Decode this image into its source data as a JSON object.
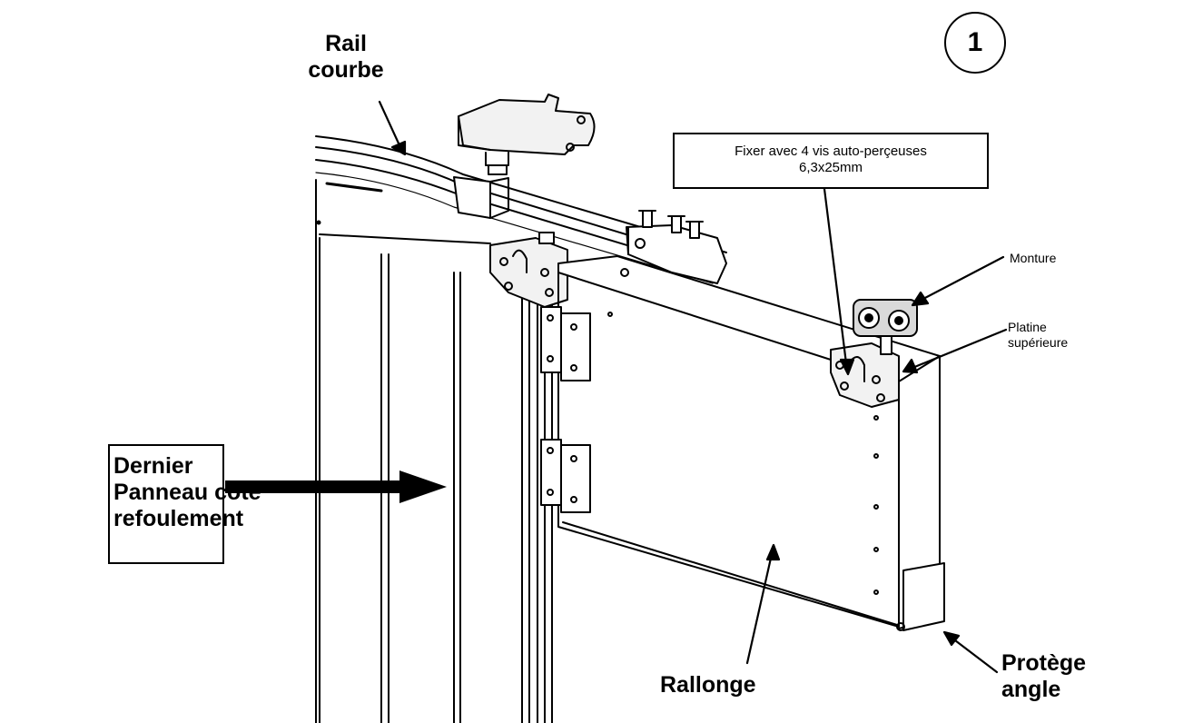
{
  "labels": {
    "rail": {
      "line1": "Rail",
      "line2": "courbe"
    },
    "step_number": "1",
    "fixing_note": {
      "line1": "Fixer avec 4 vis auto-perçeuses",
      "line2": "6,3x25mm"
    },
    "last_panel": {
      "line1": "Dernier",
      "line2": "Panneau côté",
      "line3": "refoulement"
    },
    "mount": "Monture",
    "top_plate": {
      "line1": "Platine",
      "line2": "supérieure"
    },
    "extension": "Rallonge",
    "corner_guard": {
      "line1": "Protège",
      "line2": "angle"
    }
  },
  "colors": {
    "line": "#000000",
    "background": "#ffffff",
    "metal_light": "#f2f2f2",
    "metal_mid": "#d9d9d9"
  }
}
